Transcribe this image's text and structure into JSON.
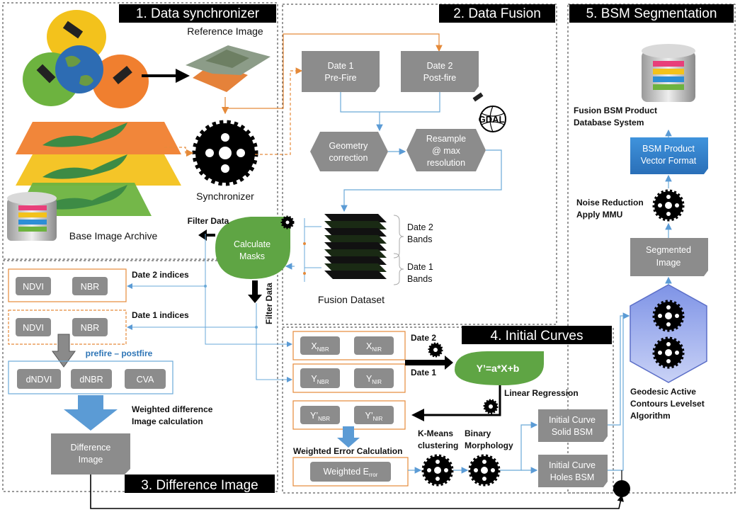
{
  "sections": {
    "data_synchronizer": "1. Data synchronizer",
    "data_fusion": "2. Data Fusion",
    "difference_image": "3. Difference Image",
    "initial_curves": "4. Initial Curves",
    "bsm_segmentation": "5. BSM Segmentation"
  },
  "sync": {
    "reference_image": "Reference Image",
    "synchronizer": "Synchronizer",
    "base_image_archive": "Base Image Archive"
  },
  "fusion": {
    "date1_line1": "Date 1",
    "date1_line2": "Pre-Fire",
    "date2_line1": "Date 2",
    "date2_line2": "Post-fire",
    "geometry_line1": "Geometry",
    "geometry_line2": "correction",
    "resample_line1": "Resample",
    "resample_line2": "@ max",
    "resample_line3": "resolution",
    "gdal": "GDAL",
    "date2_bands_line1": "Date 2",
    "date2_bands_line2": "Bands",
    "date1_bands_line1": "Date 1",
    "date1_bands_line2": "Bands",
    "fusion_dataset": "Fusion Dataset",
    "calculate_masks_line1": "Calculate",
    "calculate_masks_line2": "Masks",
    "filter_data": "Filter Data",
    "filter_data_vertical": "Filter Data"
  },
  "difference": {
    "date2_indices": "Date 2 indices",
    "date1_indices": "Date 1 indices",
    "ndvi": "NDVI",
    "nbr": "NBR",
    "prefire_postfire": "prefire – postfire",
    "dndvi": "dNDVI",
    "dnbr": "dNBR",
    "cva": "CVA",
    "weighted_line1": "Weighted difference",
    "weighted_line2": "Image calculation",
    "difference_line1": "Difference",
    "difference_line2": "Image"
  },
  "curves": {
    "x_symbol": "X",
    "y_symbol": "Y",
    "yprime_symbol": "Y’",
    "nbr_sub": "NBR",
    "nir_sub": "NIR",
    "date2": "Date 2",
    "date1": "Date 1",
    "equation": "Y’=a*X+b",
    "linear_regression": "Linear Regression",
    "weighted_error_calc": "Weighted Error Calculation",
    "weighted_error_main": "Weighted E",
    "weighted_error_sub": "rror",
    "kmeans_line1": "K-Means",
    "kmeans_line2": "clustering",
    "binary_line1": "Binary",
    "binary_line2": "Morphology",
    "solid_line1": "Initial Curve",
    "solid_line2": "Solid BSM",
    "holes_line1": "Initial Curve",
    "holes_line2": "Holes BSM"
  },
  "bsm": {
    "product_db_line1": "Fusion BSM Product",
    "product_db_line2": "Database System",
    "vector_line1": "BSM Product",
    "vector_line2": "Vector Format",
    "noise_line1": "Noise Reduction",
    "noise_line2": "Apply MMU",
    "segmented_line1": "Segmented",
    "segmented_line2": "Image",
    "geodesic_line1": "Geodesic Active",
    "geodesic_line2": "Contours Levelset",
    "geodesic_line3": "Algorithm"
  },
  "colors": {
    "gray_box": "#8c8c8c",
    "blue_box": "#3d8fd6",
    "green_ellipse": "#5fa544",
    "orange_border": "#e58a3a",
    "blue_line": "#6aa9d8",
    "arrow_blue": "#5b9bd5"
  }
}
